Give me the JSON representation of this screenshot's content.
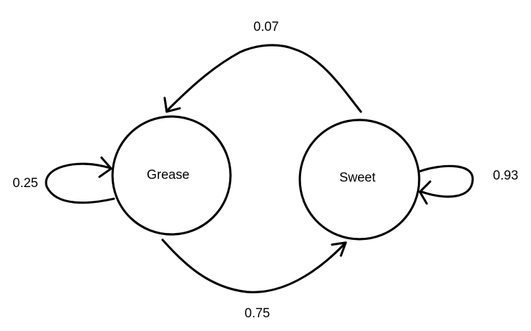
{
  "diagram": {
    "nodes": [
      {
        "id": "grease",
        "label": "Grease"
      },
      {
        "id": "sweet",
        "label": "Sweet"
      }
    ],
    "edges": [
      {
        "from": "sweet",
        "to": "grease",
        "label": "0.07"
      },
      {
        "from": "grease",
        "to": "sweet",
        "label": "0.75"
      },
      {
        "from": "grease",
        "to": "grease",
        "label": "0.25"
      },
      {
        "from": "sweet",
        "to": "sweet",
        "label": "0.93"
      }
    ],
    "colors": {
      "stroke": "#000000",
      "background": "#ffffff"
    }
  }
}
